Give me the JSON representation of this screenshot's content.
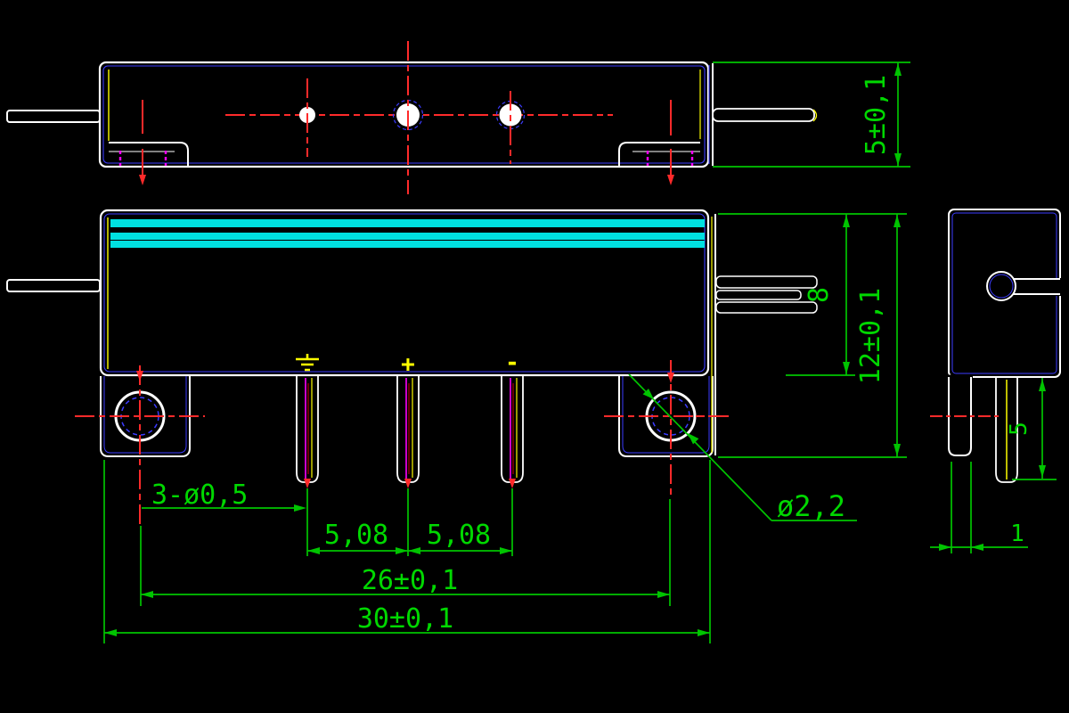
{
  "drawing": {
    "background": "#000000",
    "colors": {
      "outline": "#ffffff",
      "dimension_green": "#00c400",
      "centerline_red": "#ff2a2a",
      "hidden_magenta": "#ff00ff",
      "stripe_cyan": "#00e0e0",
      "accent_blue": "#3b3bff",
      "accent_yellow": "#ffff00"
    },
    "dimensions": {
      "side_thickness": "5±0,1",
      "body_height": "8",
      "overall_height": "12±0,1",
      "terminal_note": "3-ø0,5",
      "pitch_left": "5,08",
      "pitch_right": "5,08",
      "hole_centers": "26±0,1",
      "overall_width": "30±0,1",
      "hole_diameter": "ø2,2",
      "tab_height": "5",
      "leg_width": "1"
    },
    "terminal_symbols": {
      "positive": "+",
      "negative": "-"
    }
  }
}
